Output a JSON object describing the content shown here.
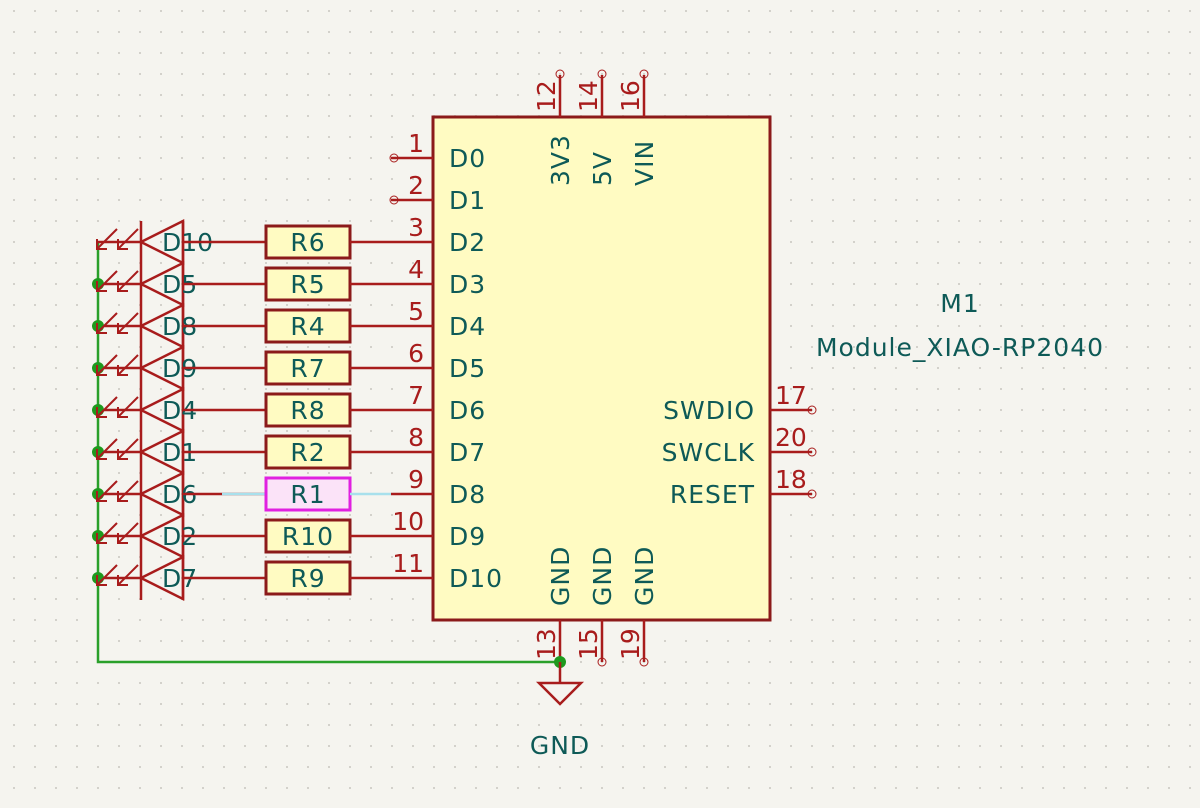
{
  "colors": {
    "background": "#f5f4ef",
    "grid_dot": "#c8c6c0",
    "symbol_outline": "#8b1a1a",
    "symbol_fill": "#fffbc2",
    "pin_line": "#a81c1c",
    "wire": "#2aa02a",
    "junction": "#1e9a1e",
    "text": "#0e5a57",
    "selection": "#e020e0",
    "selection_fill": "#fbe3f8",
    "highlight_wire": "#a8e0ec"
  },
  "module": {
    "reference": "M1",
    "value": "Module_XIAO-RP2040",
    "left_pins": [
      {
        "name": "D0",
        "number": "1",
        "connected": false
      },
      {
        "name": "D1",
        "number": "2",
        "connected": false
      },
      {
        "name": "D2",
        "number": "3",
        "connected": true
      },
      {
        "name": "D3",
        "number": "4",
        "connected": true
      },
      {
        "name": "D4",
        "number": "5",
        "connected": true
      },
      {
        "name": "D5",
        "number": "6",
        "connected": true
      },
      {
        "name": "D6",
        "number": "7",
        "connected": true
      },
      {
        "name": "D7",
        "number": "8",
        "connected": true
      },
      {
        "name": "D8",
        "number": "9",
        "connected": true
      },
      {
        "name": "D9",
        "number": "10",
        "connected": true
      },
      {
        "name": "D10",
        "number": "11",
        "connected": true
      }
    ],
    "top_pins": [
      {
        "name": "3V3",
        "number": "12"
      },
      {
        "name": "5V",
        "number": "14"
      },
      {
        "name": "VIN",
        "number": "16"
      }
    ],
    "right_pins": [
      {
        "name": "SWDIO",
        "number": "17"
      },
      {
        "name": "SWCLK",
        "number": "20"
      },
      {
        "name": "RESET",
        "number": "18"
      }
    ],
    "bottom_pins": [
      {
        "name": "GND",
        "number": "13",
        "connected": true
      },
      {
        "name": "GND",
        "number": "15",
        "connected": false
      },
      {
        "name": "GND",
        "number": "19",
        "connected": false
      }
    ]
  },
  "rows": [
    {
      "led": "D10",
      "resistor": "R6",
      "selected": false
    },
    {
      "led": "D5",
      "resistor": "R5",
      "selected": false
    },
    {
      "led": "D8",
      "resistor": "R4",
      "selected": false
    },
    {
      "led": "D9",
      "resistor": "R7",
      "selected": false
    },
    {
      "led": "D4",
      "resistor": "R8",
      "selected": false
    },
    {
      "led": "D1",
      "resistor": "R2",
      "selected": false
    },
    {
      "led": "D6",
      "resistor": "R1",
      "selected": true
    },
    {
      "led": "D2",
      "resistor": "R10",
      "selected": false
    },
    {
      "led": "D7",
      "resistor": "R9",
      "selected": false
    }
  ],
  "power": {
    "symbol": "GND",
    "label": "GND"
  }
}
